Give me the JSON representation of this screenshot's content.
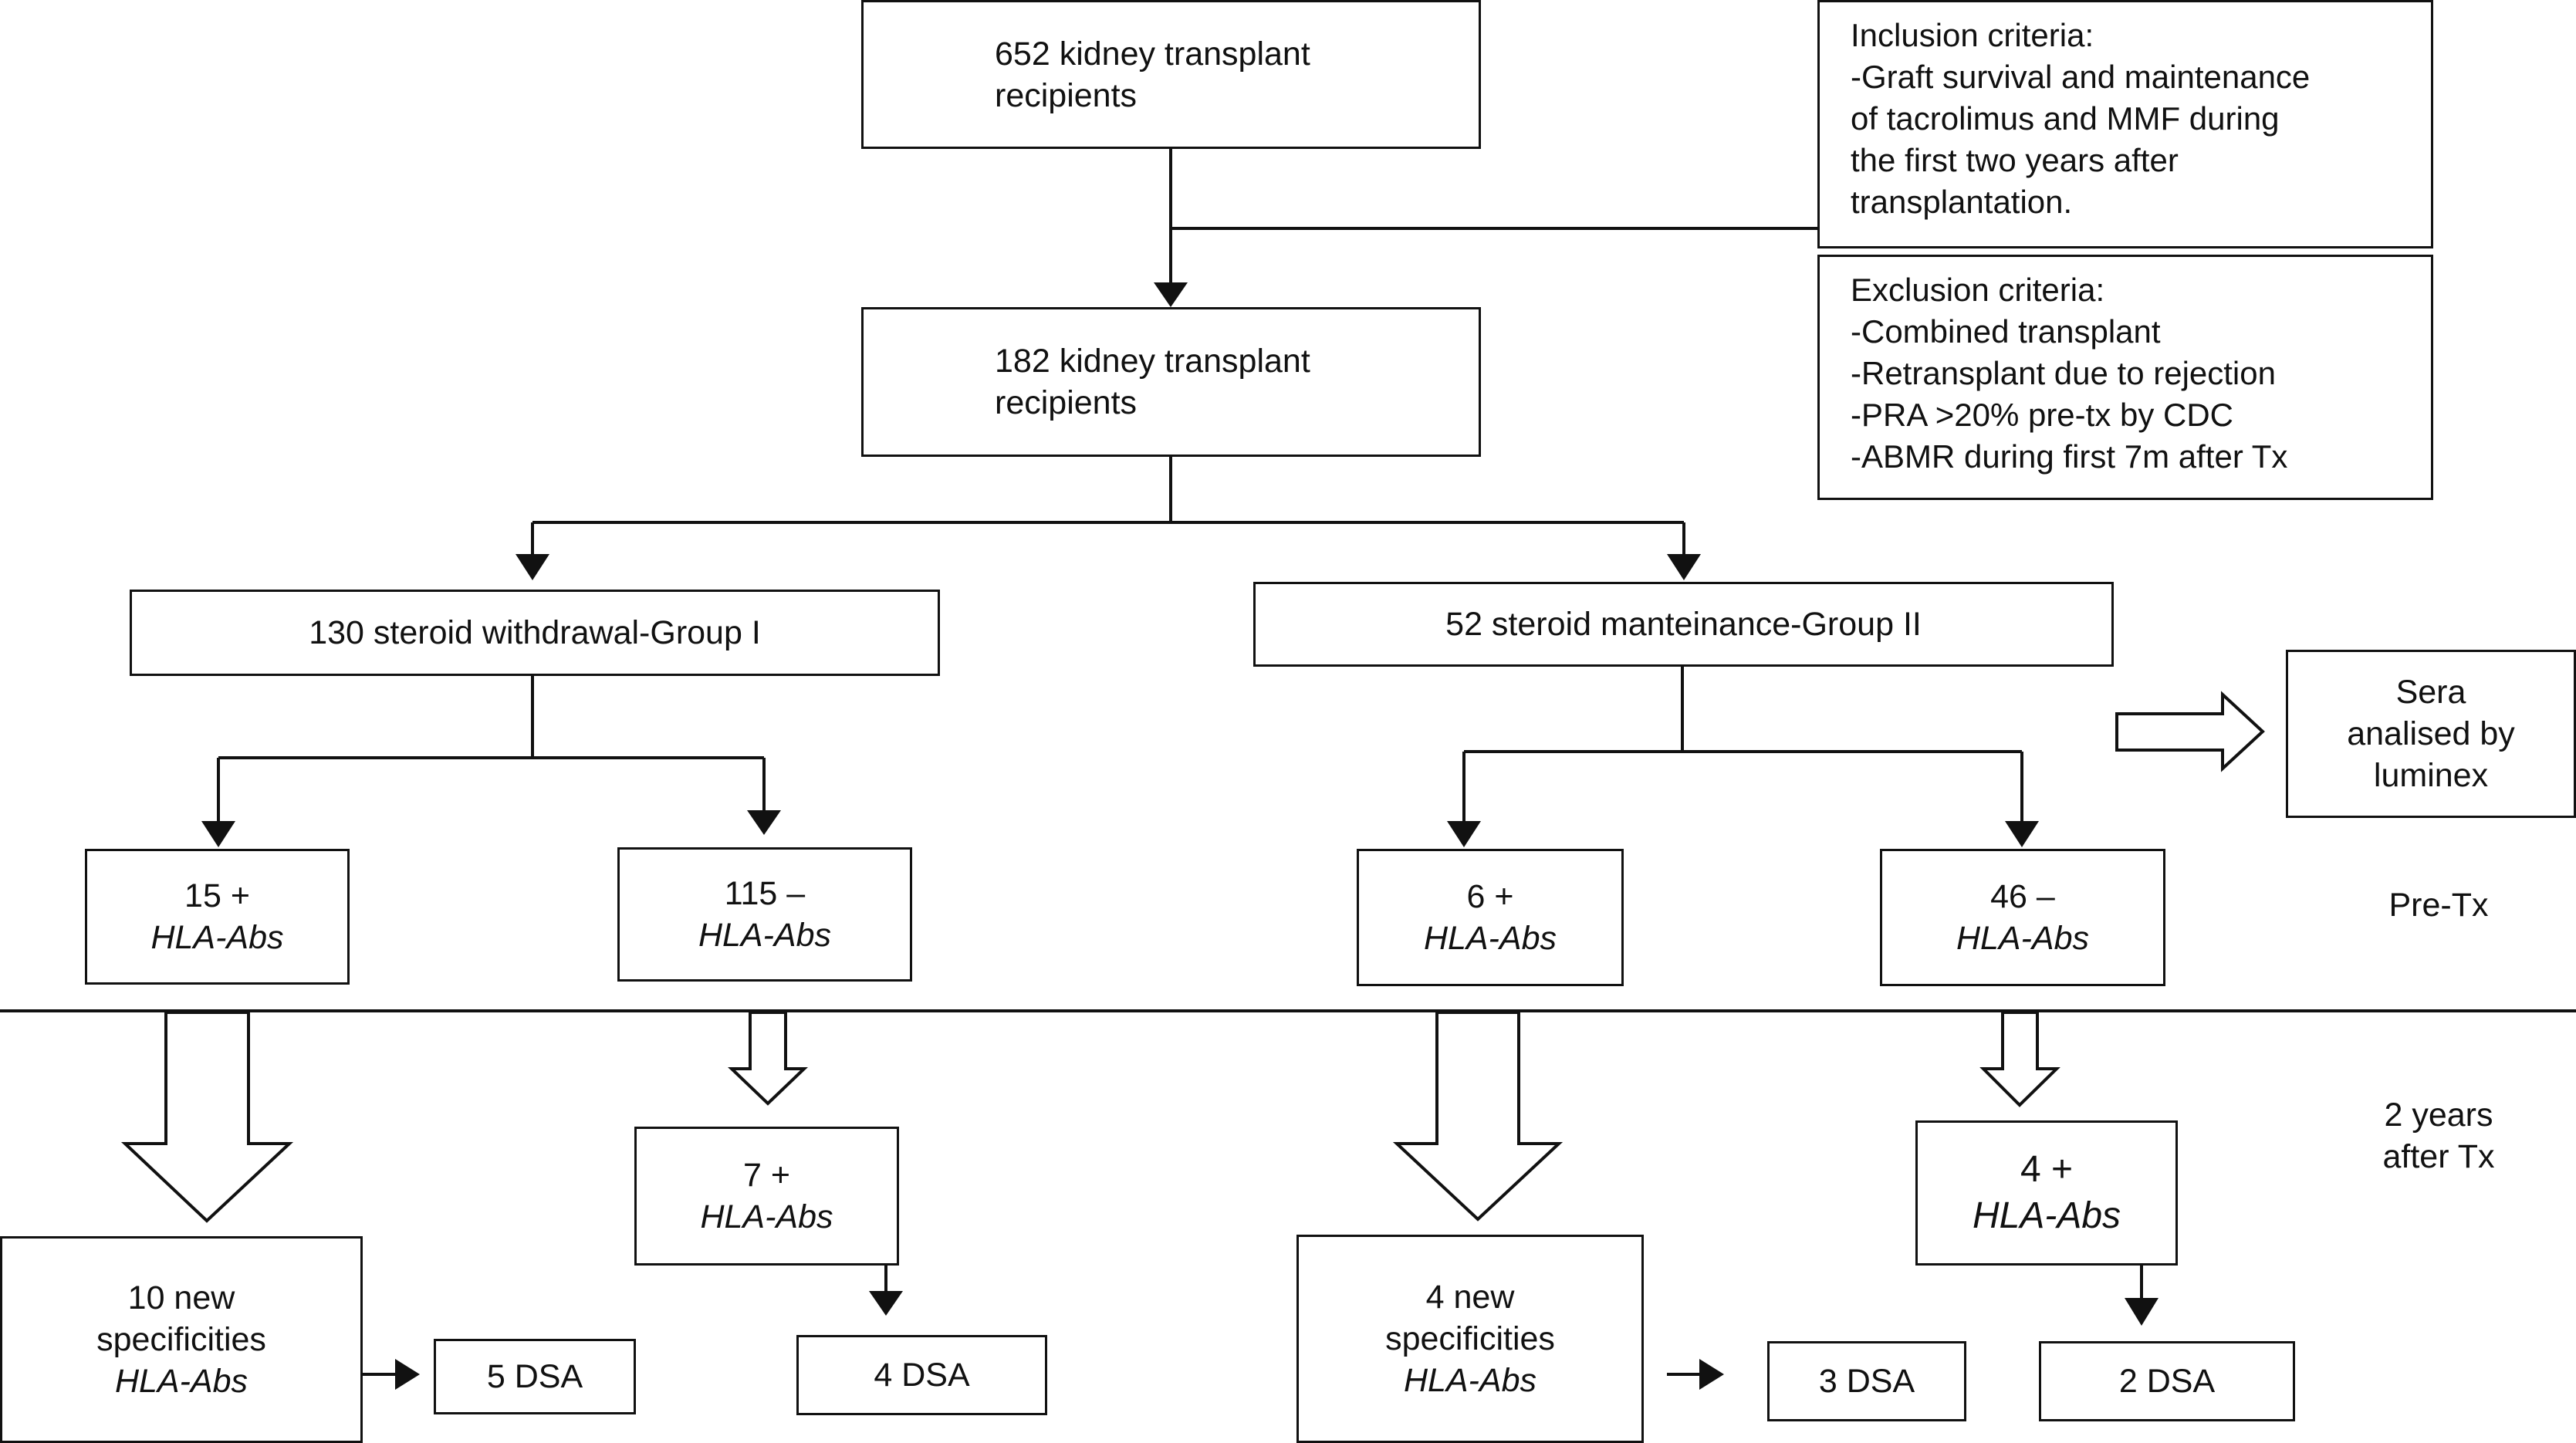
{
  "top": {
    "line1": "652 kidney transplant",
    "line2": "recipients"
  },
  "inclusion": {
    "title": "Inclusion criteria:",
    "lines": [
      "-Graft survival and maintenance",
      "of tacrolimus and MMF during",
      "the first two years after",
      "transplantation."
    ]
  },
  "exclusion": {
    "title": "Exclusion criteria:",
    "lines": [
      "-Combined transplant",
      "-Retransplant due to rejection",
      "-PRA >20% pre-tx by CDC",
      "-ABMR during first 7m after Tx"
    ]
  },
  "second": {
    "line1": "182 kidney transplant",
    "line2": "recipients"
  },
  "group1": {
    "label": "130 steroid withdrawal-Group I"
  },
  "group2": {
    "label": "52 steroid manteinance-Group II"
  },
  "sera": {
    "line1": "Sera",
    "line2": "analised by",
    "line3": "luminex"
  },
  "pretx": {
    "g1_pos": {
      "count": "15 +",
      "abs": "HLA-Abs"
    },
    "g1_neg": {
      "count": "115 –",
      "abs": "HLA-Abs"
    },
    "g2_pos": {
      "count": "6 +",
      "abs": "HLA-Abs"
    },
    "g2_neg": {
      "count": "46 –",
      "abs": "HLA-Abs"
    },
    "label": "Pre-Tx"
  },
  "posttx": {
    "label_line1": "2 years",
    "label_line2": "after Tx",
    "g1_new": {
      "line1": "10 new",
      "line2": "specificities",
      "abs": "HLA-Abs"
    },
    "g1_neg_pos": {
      "count": "7 +",
      "abs": "HLA-Abs"
    },
    "g2_new": {
      "line1": "4 new",
      "line2": "specificities",
      "abs": "HLA-Abs"
    },
    "g2_neg_pos": {
      "count": "4 +",
      "abs": "HLA-Abs"
    },
    "dsa": [
      "5 DSA",
      "4 DSA",
      "3 DSA",
      "2 DSA"
    ]
  }
}
